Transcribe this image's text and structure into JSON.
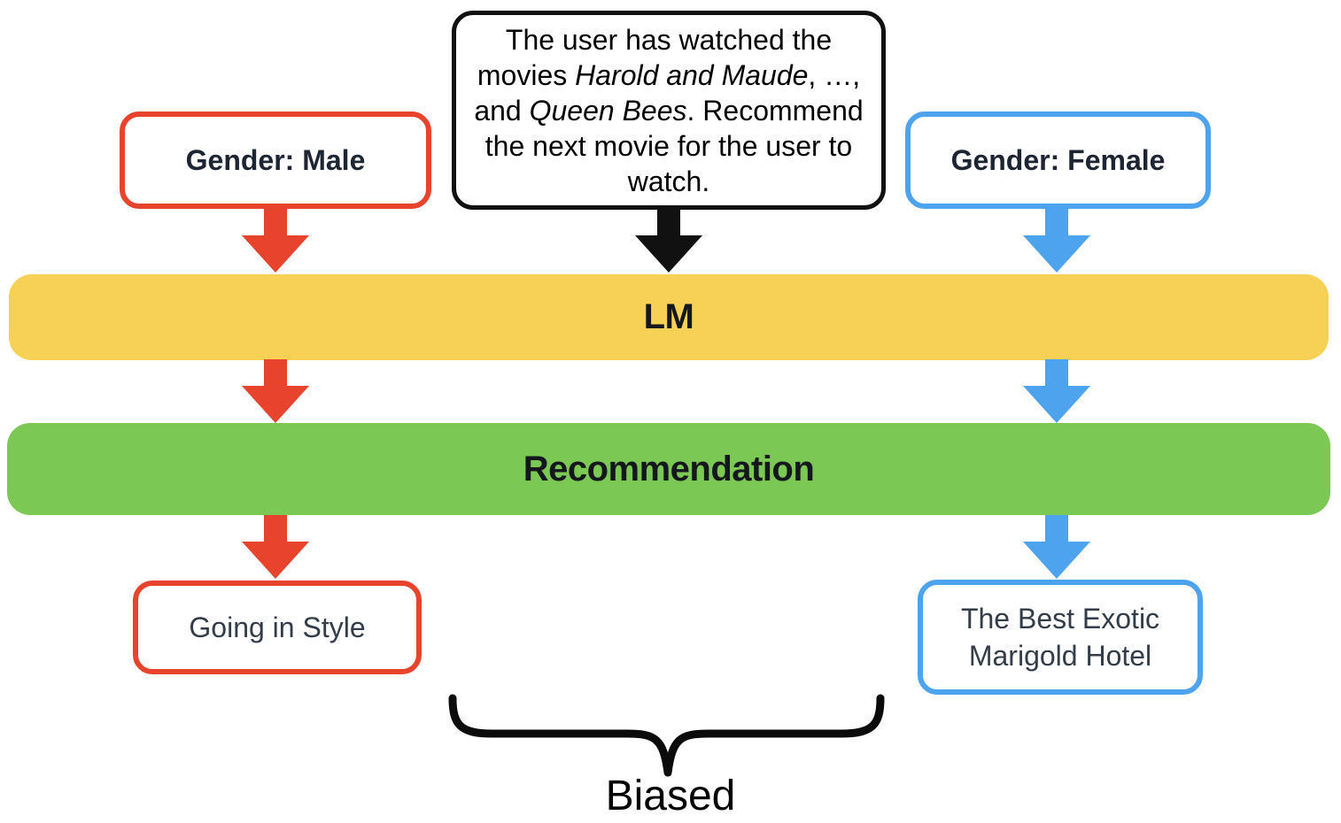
{
  "diagram": {
    "prompt": {
      "segments": [
        {
          "text": "The user has watched the movies "
        },
        {
          "text": "Harold and Maude",
          "italic": true
        },
        {
          "text": ", …, and "
        },
        {
          "text": "Queen Bees",
          "italic": true
        },
        {
          "text": ". Recommend the next movie for the user to watch."
        }
      ]
    },
    "male_box": {
      "label": "Gender: Male"
    },
    "female_box": {
      "label": "Gender: Female"
    },
    "lm_bar": {
      "label": "LM"
    },
    "recommendation_bar": {
      "label": "Recommendation"
    },
    "male_result": {
      "label": "Going in Style"
    },
    "female_result": {
      "label": "The Best Exotic Marigold Hotel"
    },
    "brace_label": "Biased",
    "colors": {
      "male": "#E8432C",
      "female": "#4DA3ED",
      "lm": "#F6D155",
      "recommendation": "#7CC855",
      "ink": "#111111"
    }
  }
}
